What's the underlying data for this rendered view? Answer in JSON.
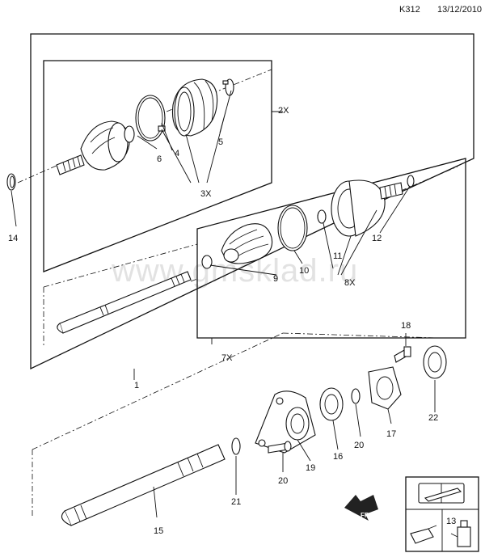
{
  "header": {
    "code": "K312",
    "date": "13/12/2010"
  },
  "watermark": "www.gmsklad.ru",
  "callouts": {
    "p1": "1",
    "p2x": "2X",
    "p3x": "3X",
    "p4": "4",
    "p5": "5",
    "p6": "6",
    "p7x": "7X",
    "p8x": "8X",
    "p9": "9",
    "p10": "10",
    "p11": "11",
    "p12": "12",
    "p13": "13",
    "p14": "14",
    "p15": "15",
    "p16": "16",
    "p17": "17",
    "p18": "18",
    "p19": "19",
    "p20a": "20",
    "p20b": "20",
    "p21": "21",
    "p22": "22"
  },
  "icons": [
    "manual-wrench-icon",
    "front-arrow-icon",
    "lubricant-tube-icon",
    "grease-can-icon"
  ],
  "front_marker": "FRT"
}
